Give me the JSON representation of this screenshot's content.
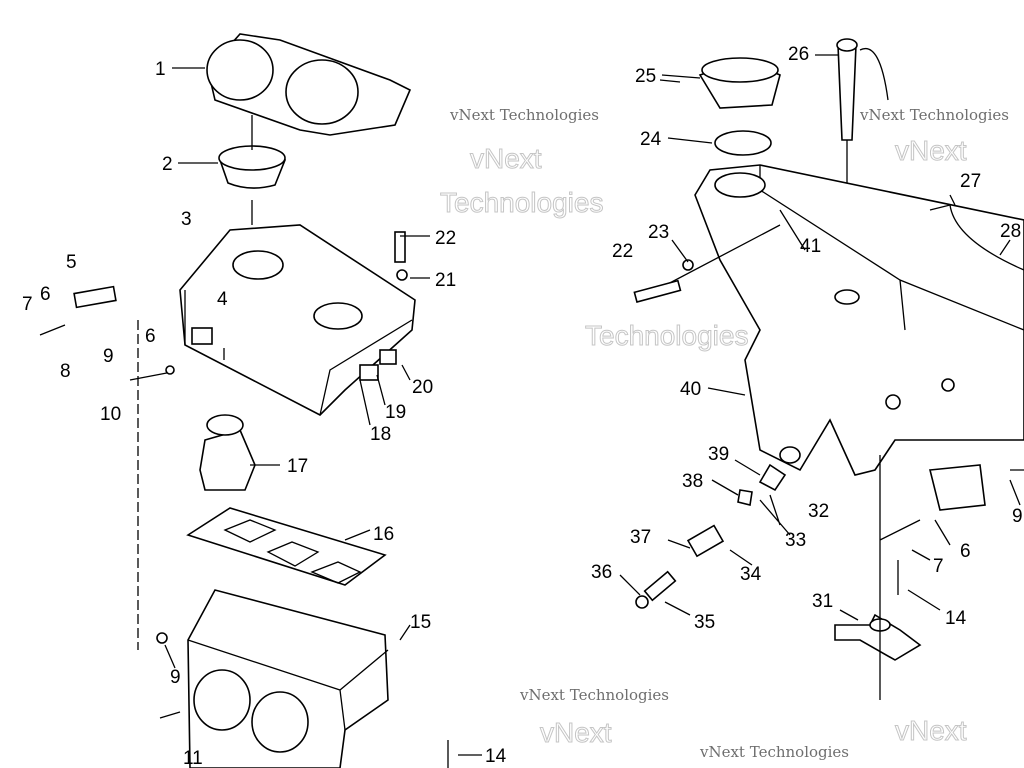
{
  "diagram": {
    "title": "Fuel tank and air box exploded parts view",
    "left_labels": [
      "1",
      "2",
      "3",
      "4",
      "5",
      "6",
      "7",
      "6",
      "8",
      "9",
      "10",
      "22",
      "21",
      "20",
      "19",
      "18",
      "17",
      "16",
      "15",
      "9",
      "11",
      "14"
    ],
    "right_labels": [
      "26",
      "25",
      "24",
      "27",
      "28",
      "23",
      "22",
      "41",
      "40",
      "39",
      "38",
      "37",
      "36",
      "35",
      "34",
      "33",
      "32",
      "31",
      "14",
      "7",
      "6",
      "9"
    ]
  },
  "watermark": {
    "line1": "vNext Technologies",
    "line2": "vNext",
    "line3": "Technologies"
  }
}
